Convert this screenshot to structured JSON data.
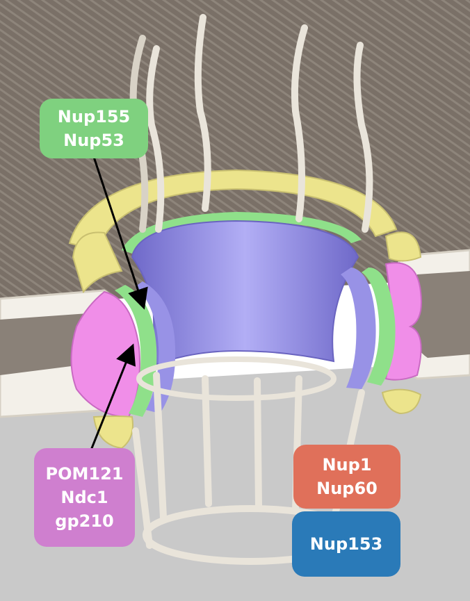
{
  "colors": {
    "nup155_box": "#7fd17f",
    "pom121_box": "#cf7fcf",
    "nup1_box": "#e0705a",
    "nup153_box": "#2a7ab8",
    "envelope_surface": "#7d746a",
    "lower_background": "#c8c8c8",
    "membrane": "#f4f1ea",
    "yellow_ring": "#ece48c",
    "magenta_ring": "#f08ee8",
    "green_ring": "#8fe08a",
    "central_channel": "#8c86e0",
    "filament": "#e9e4da"
  },
  "labels": {
    "nup155": [
      "Nup155",
      "Nup53"
    ],
    "pom121": [
      "POM121",
      "Ndc1",
      "gp210"
    ],
    "nup1": [
      "Nup1",
      "Nup60"
    ],
    "nup153": [
      "Nup153"
    ]
  },
  "icons": {
    "arrow_top": "arrow-icon",
    "arrow_bottom": "arrow-icon"
  }
}
